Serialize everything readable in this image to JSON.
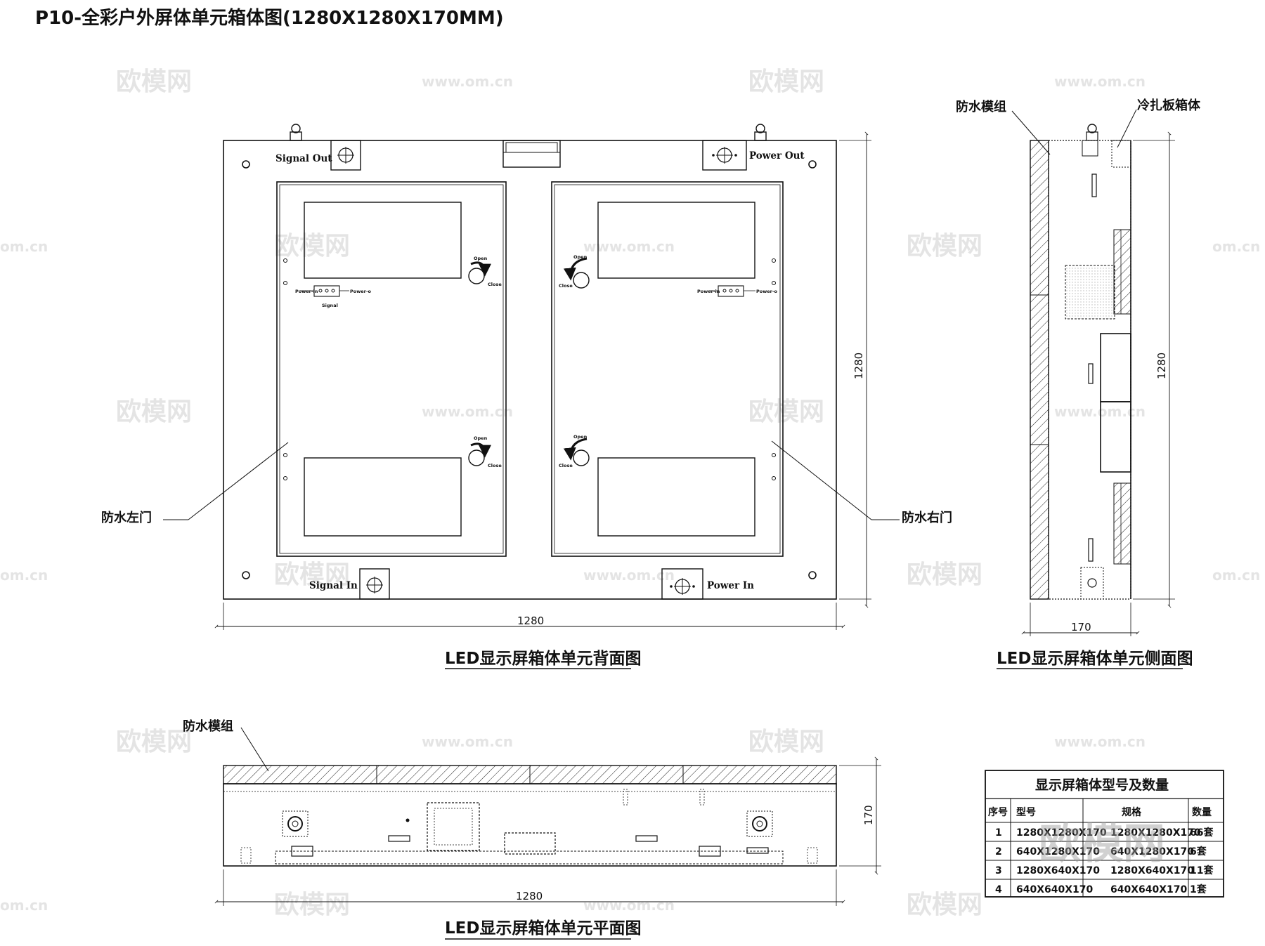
{
  "title": "P10-全彩户外屏体单元箱体图(1280X1280X170MM)",
  "back_view": {
    "caption": "LED显示屏箱体单元背面图",
    "ports": {
      "signal_out": "Signal Out",
      "power_out": "Power Out",
      "signal_in": "Signal In",
      "power_in": "Power In"
    },
    "left_door_label": "防水左门",
    "right_door_label": "防水右门",
    "dim_width": "1280",
    "dim_height": "1280",
    "latch_open": "Open",
    "latch_close": "Close",
    "conn_power_in": "Power-in",
    "conn_power_out": "Power-o",
    "conn_signal": "Signal"
  },
  "side_view": {
    "caption": "LED显示屏箱体单元侧面图",
    "module_label": "防水模组",
    "cabinet_label": "冷扎板箱体",
    "dim_height": "1280",
    "dim_depth": "170"
  },
  "plan_view": {
    "caption": "LED显示屏箱体单元平面图",
    "module_label": "防水模组",
    "dim_width": "1280",
    "dim_depth": "170"
  },
  "spec_table": {
    "title": "显示屏箱体型号及数量",
    "headers": [
      "序号",
      "型号",
      "规格",
      "数量"
    ],
    "rows": [
      [
        "1",
        "1280X1280X170",
        "1280X1280X170",
        "66套"
      ],
      [
        "2",
        "640X1280X170",
        "640X1280X170",
        "6套"
      ],
      [
        "3",
        "1280X640X170",
        "1280X640X170",
        "11套"
      ],
      [
        "4",
        "640X640X170",
        "640X640X170",
        "1套"
      ]
    ]
  },
  "watermarks": [
    "欧模网",
    "www.om.cn",
    "om.cn"
  ]
}
